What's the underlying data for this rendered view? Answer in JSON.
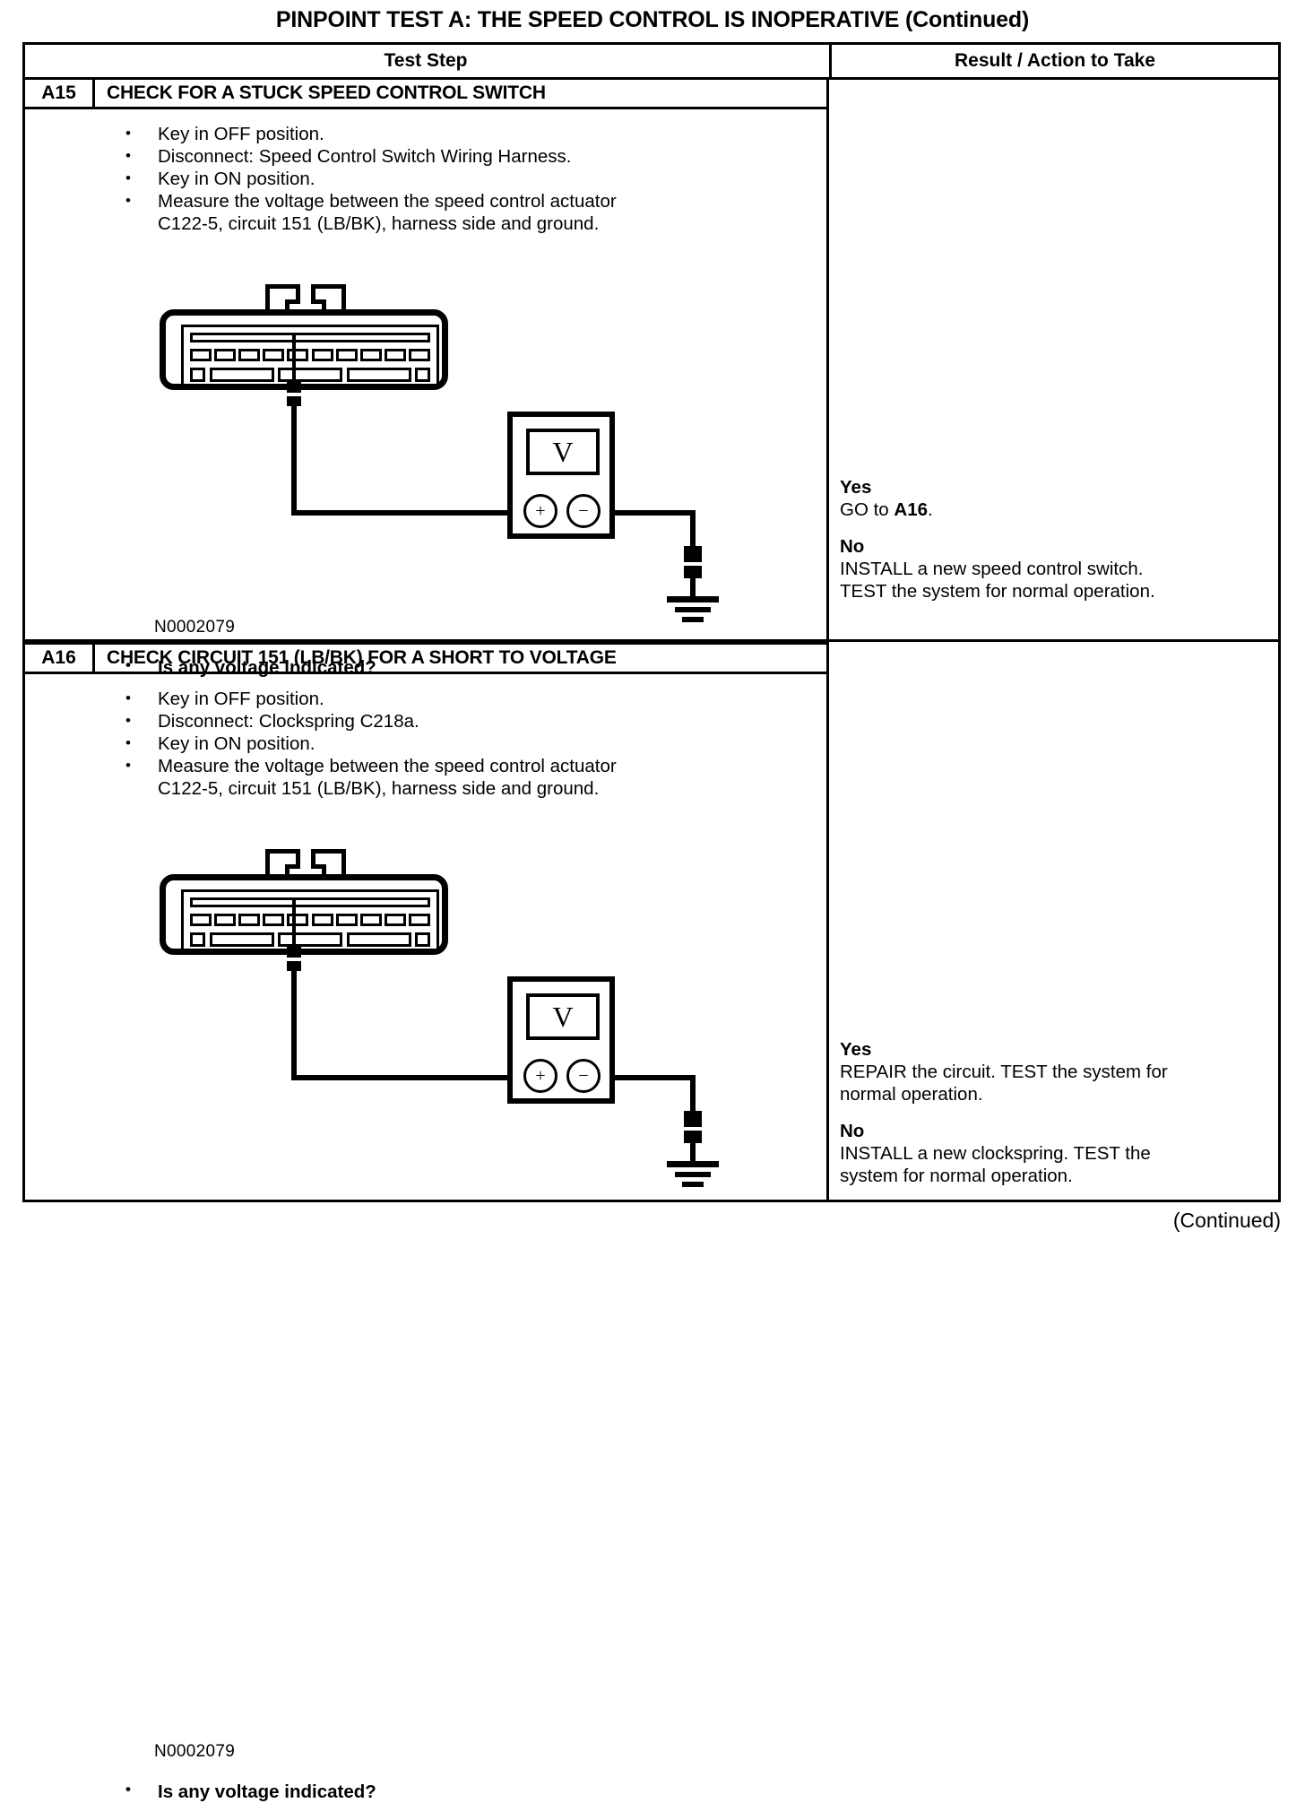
{
  "page": {
    "title": "PINPOINT TEST  A: THE SPEED CONTROL IS INOPERATIVE (Continued)",
    "footer_continued": "(Continued)"
  },
  "table": {
    "headers": {
      "test_step": "Test Step",
      "result_action": "Result / Action to Take"
    },
    "rows": [
      {
        "id": "A15",
        "title": "CHECK FOR A STUCK SPEED CONTROL SWITCH",
        "bullets": [
          "Key in OFF position.",
          "Disconnect: Speed Control Switch Wiring Harness.",
          "Key in ON position.",
          "Measure the voltage between the speed control actuator\nC122-5, circuit 151 (LB/BK), harness side and ground."
        ],
        "reference_code": "N0002079",
        "question": "Is any voltage indicated?",
        "results": [
          {
            "label": "Yes",
            "text_before": "GO to ",
            "text_bold": "A16",
            "text_after": "."
          },
          {
            "label": "No",
            "text": "INSTALL a new speed control switch.\nTEST the system for normal operation."
          }
        ],
        "diagram": {
          "meter_display": "V",
          "terminal_plus": "+",
          "terminal_minus": "−",
          "pin_count": 10,
          "bottom_segments": [
            "sq",
            "wide",
            "wide",
            "wide",
            "sq"
          ]
        }
      },
      {
        "id": "A16",
        "title": "CHECK CIRCUIT 151 (LB/BK) FOR A SHORT TO VOLTAGE",
        "bullets": [
          "Key in OFF position.",
          "Disconnect: Clockspring C218a.",
          "Key in ON position.",
          "Measure the voltage between the speed control actuator\nC122-5, circuit 151 (LB/BK), harness side and ground."
        ],
        "reference_code": "N0002079",
        "question": "Is any voltage indicated?",
        "results": [
          {
            "label": "Yes",
            "text": "REPAIR the circuit. TEST the system for\nnormal operation."
          },
          {
            "label": "No",
            "text": "INSTALL a new clockspring. TEST the\nsystem for normal operation."
          }
        ],
        "diagram": {
          "meter_display": "V",
          "terminal_plus": "+",
          "terminal_minus": "−",
          "pin_count": 10,
          "bottom_segments": [
            "sq",
            "wide",
            "wide",
            "wide",
            "sq"
          ]
        }
      }
    ]
  }
}
